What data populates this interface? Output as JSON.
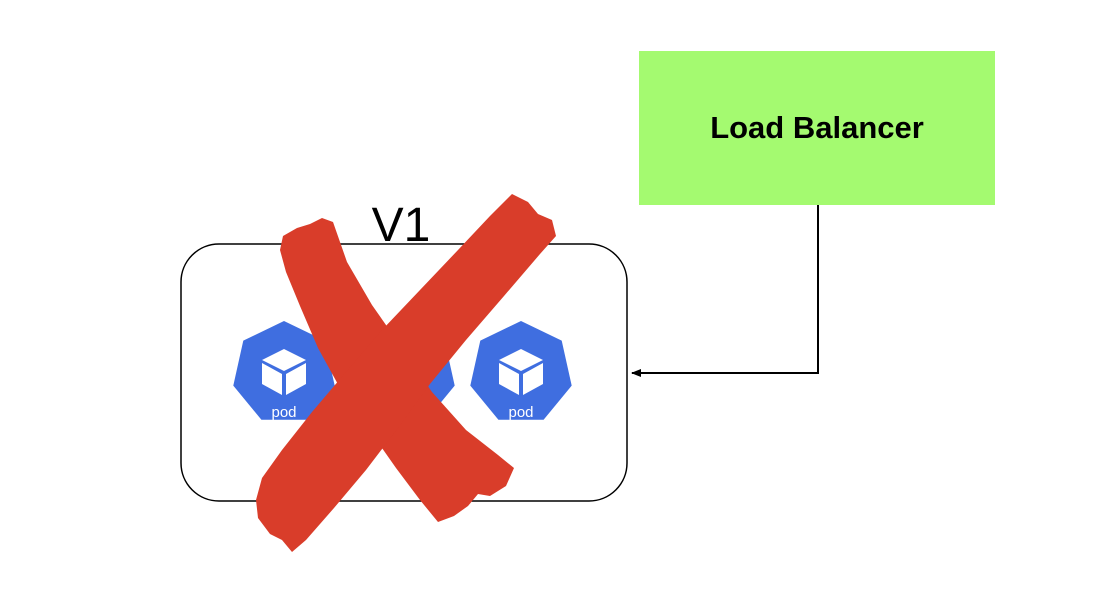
{
  "load_balancer": {
    "label": "Load Balancer",
    "fill_color": "#a4fa70"
  },
  "group": {
    "title": "V1",
    "border_color": "#000000"
  },
  "pods": [
    {
      "label": "pod",
      "icon": "kubernetes-pod-icon",
      "color": "#3f6ee0"
    },
    {
      "label": "pod",
      "icon": "kubernetes-pod-icon",
      "color": "#3f6ee0"
    },
    {
      "label": "pod",
      "icon": "kubernetes-pod-icon",
      "color": "#3f6ee0"
    }
  ],
  "cross_mark": {
    "icon": "red-x-icon",
    "color": "#d93d2a"
  }
}
